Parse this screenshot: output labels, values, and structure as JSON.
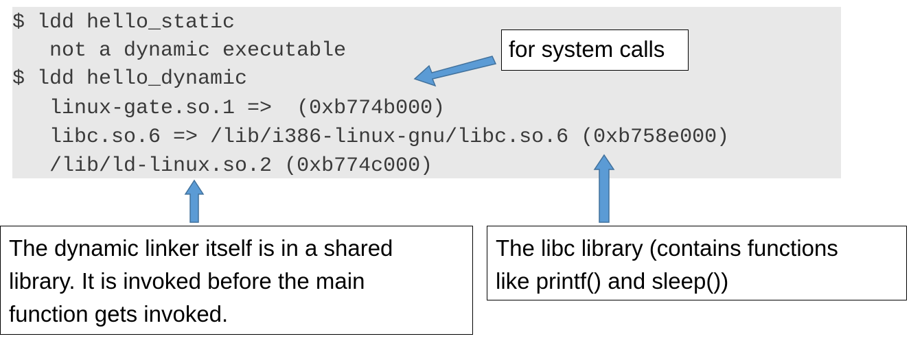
{
  "terminal": {
    "lines": [
      "$ ldd hello_static",
      "   not a dynamic executable",
      "$ ldd hello_dynamic",
      "   linux-gate.so.1 =>  (0xb774b000)",
      "   libc.so.6 => /lib/i386-linux-gnu/libc.so.6 (0xb758e000)",
      "   /lib/ld-linux.so.2 (0xb774c000)"
    ]
  },
  "callouts": {
    "syscalls": "for system calls",
    "linker": [
      "The dynamic linker itself is in a shared",
      "library. It is invoked before the main",
      "function gets invoked."
    ],
    "libc": [
      "The libc library (contains functions",
      "like printf() and sleep())"
    ]
  },
  "colors": {
    "terminal_bg": "#e8e8e8",
    "terminal_text": "#3a3a3a",
    "arrow_fill": "#5b9bd5",
    "arrow_stroke": "#41719c"
  }
}
